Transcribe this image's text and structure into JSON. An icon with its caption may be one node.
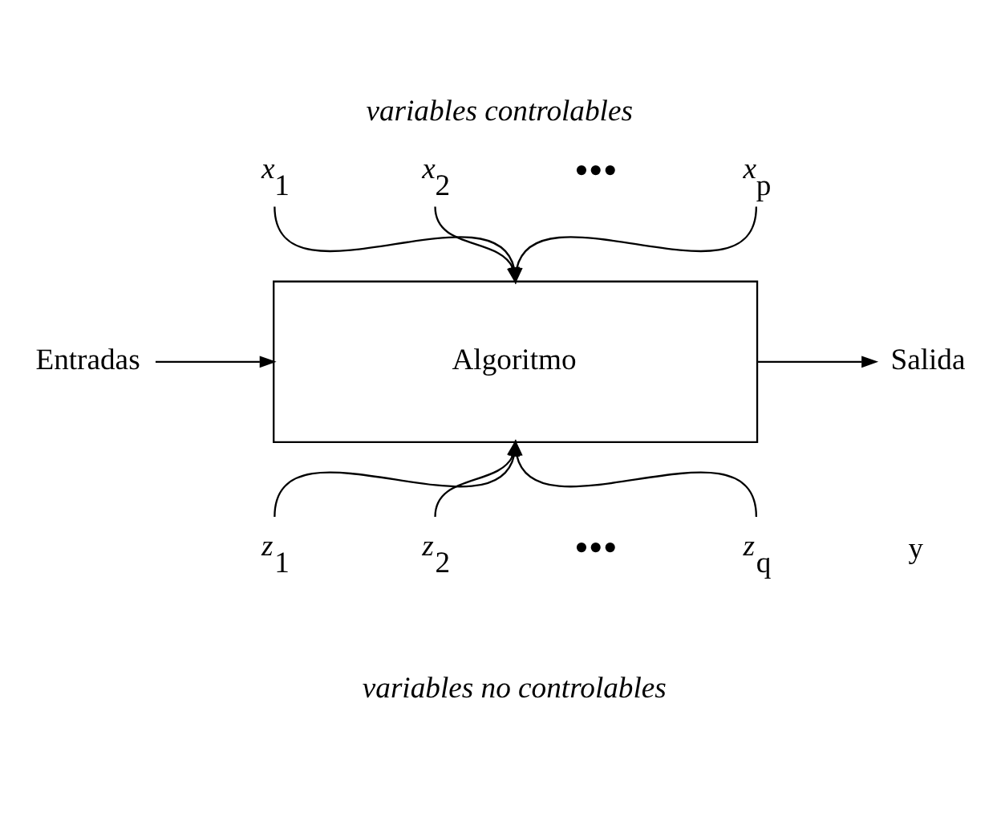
{
  "diagram": {
    "title": "variables controlables",
    "caption": "variables no controlables",
    "nodes": [
      {
        "text": [
          "Algoritmo"
        ]
      },
      {
        "text": [
          "x$_{1}$"
        ]
      },
      {
        "text": [
          "x$_{2}$"
        ]
      },
      {
        "text": [
          "x$_{p}$"
        ]
      },
      {
        "text": [
          "z$_{1}$"
        ]
      },
      {
        "text": [
          "z$_{2}$"
        ]
      },
      {
        "text": [
          "z$_{q}$"
        ]
      },
      {
        "text": [
          "Entradas"
        ]
      },
      {
        "text": [
          "Salida"
        ]
      }
    ],
    "edges": [
      {
        "from": 1,
        "to": 0,
        "arrow": "to"
      },
      {
        "from": 2,
        "to": 0,
        "arrow": "to"
      },
      {
        "from": 3,
        "to": 0,
        "arrow": "to"
      },
      {
        "from": 4,
        "to": 0,
        "arrow": "to"
      },
      {
        "from": 5,
        "to": 0,
        "arrow": "to"
      },
      {
        "from": 6,
        "to": 0,
        "arrow": "to"
      },
      {
        "from": 7,
        "to": 0,
        "arrow": "to"
      },
      {
        "from": 0,
        "to": 8,
        "arrow": "to"
      }
    ],
    "labels": [
      "•••",
      "•••",
      "y"
    ]
  }
}
